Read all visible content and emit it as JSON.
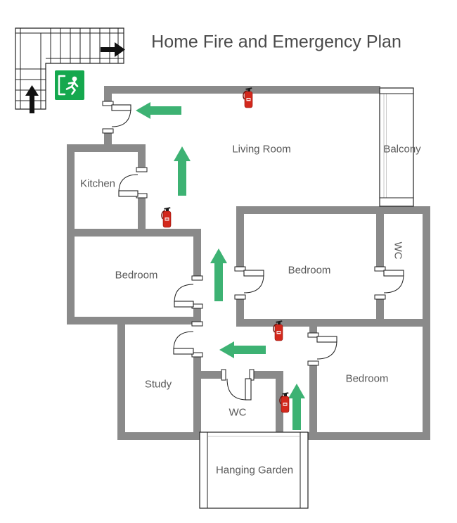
{
  "title": "Home Fire and Emergency Plan",
  "rooms": {
    "living_room": "Living Room",
    "balcony": "Balcony",
    "kitchen": "Kitchen",
    "bedroom_left": "Bedroom",
    "bedroom_middle": "Bedroom",
    "bedroom_right": "Bedroom",
    "wc_upper": "WC",
    "wc_lower": "WC",
    "study": "Study",
    "hanging_garden": "Hanging Garden"
  },
  "icons": {
    "exit_sign": "emergency-exit-running-man",
    "fire_extinguisher": "fire-extinguisher",
    "escape_arrow": "green-escape-route-arrow",
    "stairs": "staircase-with-exit-arrows",
    "door": "door-swing-symbol"
  },
  "colors": {
    "wall_gray": "#8a8a8a",
    "escape_arrow_green": "#3db273",
    "exit_sign_green": "#15a84e",
    "extinguisher_red": "#d3281c",
    "room_text_gray": "#595959",
    "title_gray": "#4a4a4a",
    "line_black": "#222222"
  }
}
